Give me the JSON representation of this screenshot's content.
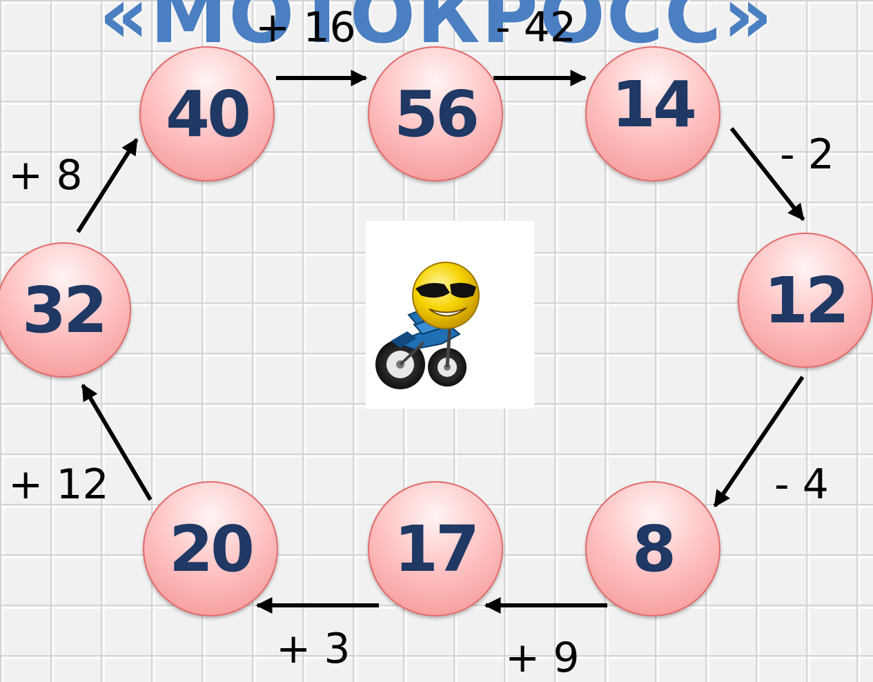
{
  "title": "«МОТОКРОСС»",
  "nodes": [
    "40",
    "56",
    "14",
    "12",
    "8",
    "17",
    "20",
    "32"
  ],
  "operations": [
    "+ 16",
    "- 42",
    "- 2",
    "- 4",
    "+ 9",
    "+ 3",
    "+ 12",
    "+ 8"
  ],
  "center_image": "smiley-motorcyclist-icon"
}
